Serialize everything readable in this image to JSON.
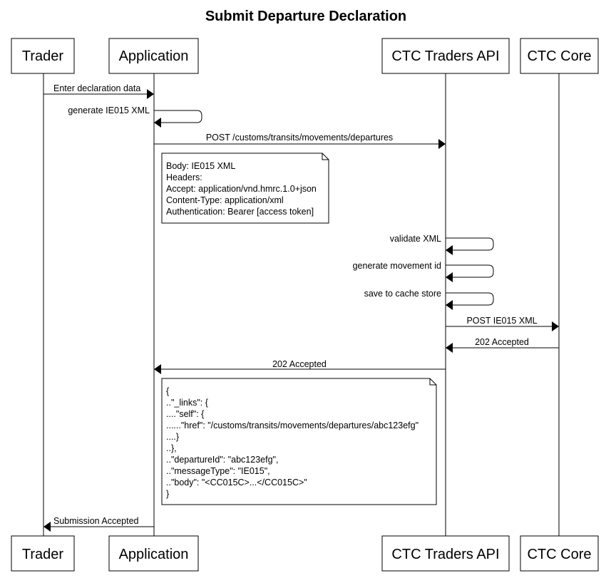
{
  "title": "Submit Departure Declaration",
  "participants": [
    {
      "id": "trader",
      "label": "Trader"
    },
    {
      "id": "application",
      "label": "Application"
    },
    {
      "id": "ctc-traders-api",
      "label": "CTC Traders API"
    },
    {
      "id": "ctc-core",
      "label": "CTC Core"
    }
  ],
  "messages": [
    {
      "id": "enter-declaration-data",
      "from": 0,
      "to": 1,
      "label": "Enter declaration data"
    },
    {
      "id": "generate-ie015-xml",
      "from": 1,
      "to": 1,
      "label": "generate IE015 XML"
    },
    {
      "id": "post-departures",
      "from": 1,
      "to": 2,
      "label": "POST /customs/transits/movements/departures"
    },
    {
      "id": "validate-xml",
      "from": 2,
      "to": 2,
      "label": "validate XML"
    },
    {
      "id": "generate-movement-id",
      "from": 2,
      "to": 2,
      "label": "generate movement id"
    },
    {
      "id": "save-to-cache-store",
      "from": 2,
      "to": 2,
      "label": "save to cache store"
    },
    {
      "id": "post-ie015-xml",
      "from": 2,
      "to": 3,
      "label": "POST IE015 XML"
    },
    {
      "id": "core-202-accepted",
      "from": 3,
      "to": 2,
      "label": "202 Accepted"
    },
    {
      "id": "api-202-accepted",
      "from": 2,
      "to": 1,
      "label": "202 Accepted"
    },
    {
      "id": "submission-accepted",
      "from": 1,
      "to": 0,
      "label": "Submission Accepted"
    }
  ],
  "notes": [
    {
      "id": "request-note",
      "lines": [
        "Body: IE015 XML",
        "Headers:",
        "Accept: application/vnd.hmrc.1.0+json",
        "Content-Type: application/xml",
        "Authentication: Bearer [access token]"
      ]
    },
    {
      "id": "response-note",
      "lines": [
        "{",
        "..\"_links\": {",
        "....\"self\": {",
        "......\"href\": \"/customs/transits/movements/departures/abc123efg\"",
        "....}",
        "..},",
        "..\"departureId\": \"abc123efg\",",
        "..\"messageType\": \"IE015\",",
        "..\"body\": \"<CC015C>...</CC015C>\"",
        "}"
      ]
    }
  ]
}
